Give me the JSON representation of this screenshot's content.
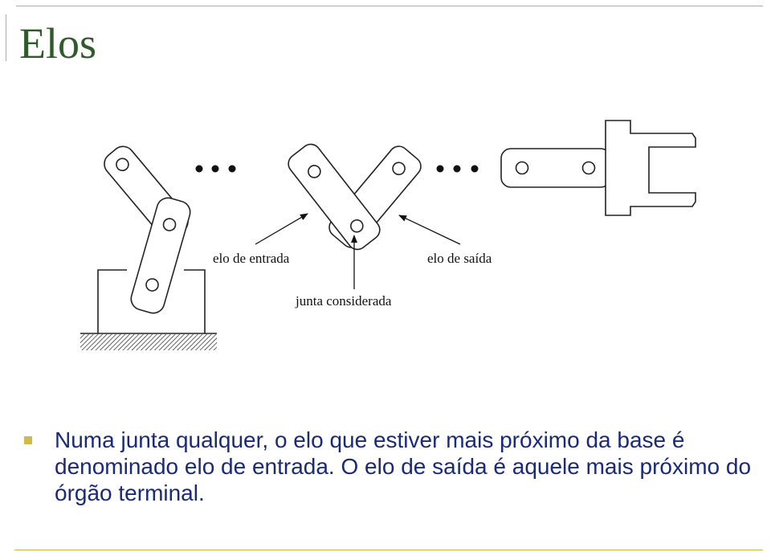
{
  "slide": {
    "title": "Elos",
    "accent_color": "#c9b04a",
    "title_color": "#2f5a2a",
    "text_color": "#1a2a78"
  },
  "figure": {
    "labels": {
      "input_link": "elo de entrada",
      "output_link": "elo de saída",
      "joint": "junta considerada"
    },
    "ellipsis_marker": "dots-icon",
    "gripper": "gripper-icon"
  },
  "bullets": [
    {
      "icon": "square-bullet-icon",
      "text": "Numa junta qualquer, o elo que estiver mais próximo da base é denominado elo de entrada. O elo de saída é aquele mais próximo do órgão terminal."
    }
  ]
}
